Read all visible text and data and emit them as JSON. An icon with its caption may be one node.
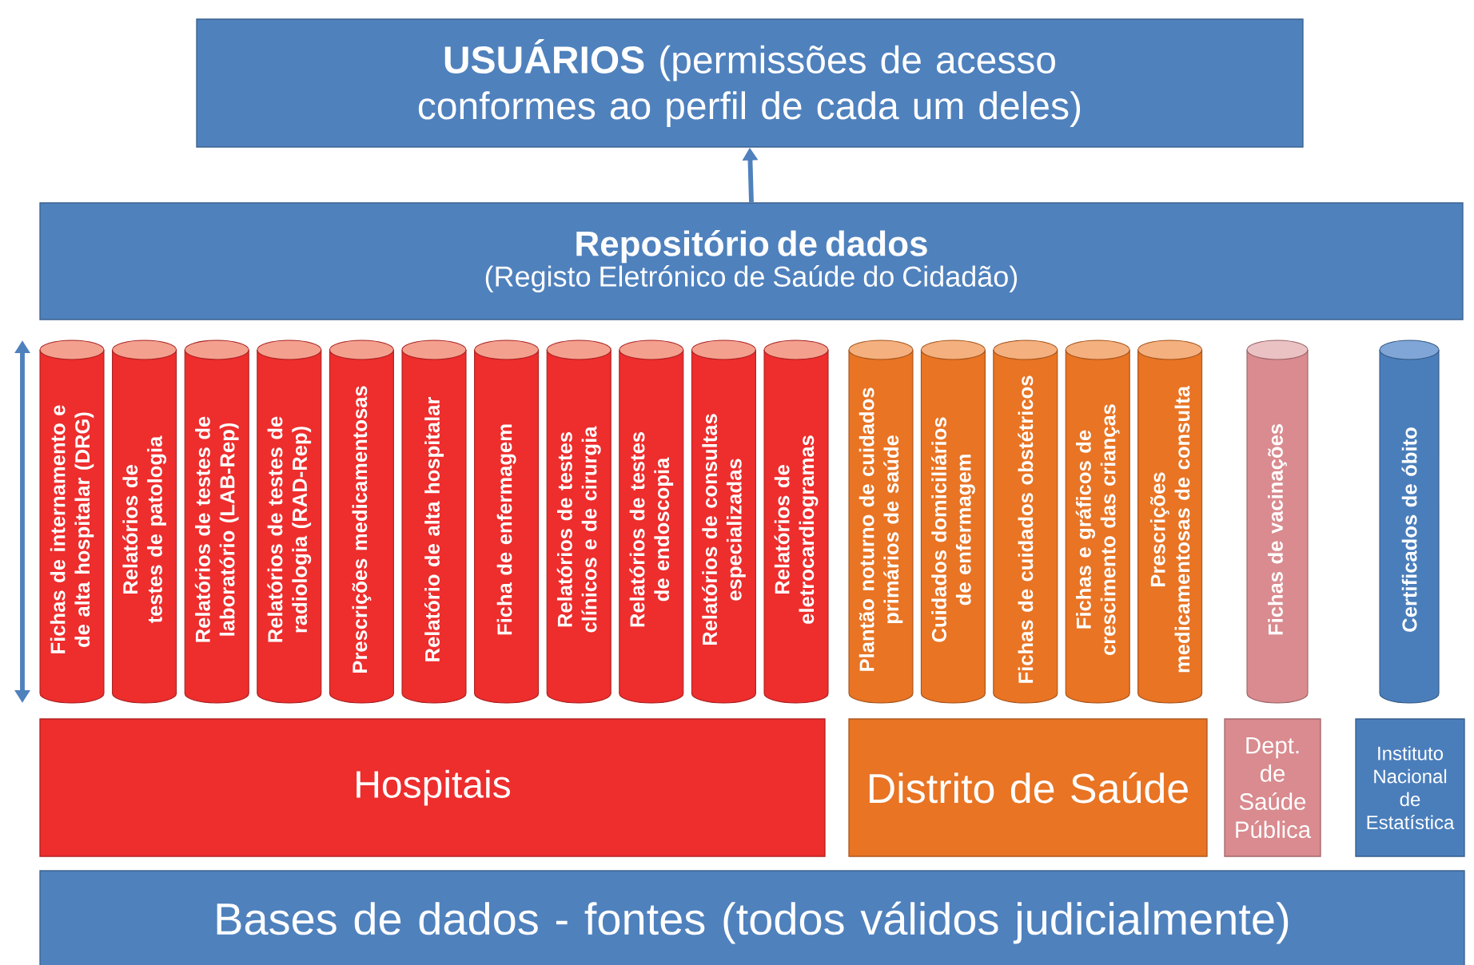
{
  "diagram": {
    "nodes": [
      {
        "text": [
          "**USUÁRIOS** (permissões de acesso conformes ao perfil de cada um deles)"
        ]
      },
      {
        "text": [
          "Repositório de dados",
          "(Registo Eletrónico de Saúde do Cidadão)"
        ]
      },
      {
        "text": [
          "Fichas de internamento e de alta hospitalar (DRG)"
        ]
      },
      {
        "text": [
          "Relatórios de testes de patologia"
        ]
      },
      {
        "text": [
          "Relatórios de testes de laboratório (LAB-Rep)"
        ]
      },
      {
        "text": [
          "Relatórios de testes de radiologia (RAD-Rep)"
        ]
      },
      {
        "text": [
          "Prescrições medicamentosas"
        ]
      },
      {
        "text": [
          "Relatório de alta hospitalar"
        ]
      },
      {
        "text": [
          "Ficha de enfermagem"
        ]
      },
      {
        "text": [
          "Relatórios de testes clínicos e de cirurgia"
        ]
      },
      {
        "text": [
          "Relatórios de testes de endoscopia"
        ]
      },
      {
        "text": [
          "Relatórios de consultas especializadas"
        ]
      },
      {
        "text": [
          "Relatórios de eletrocardiogramas"
        ]
      },
      {
        "text": [
          "Plantão noturno de cuidados primários de saúde"
        ]
      },
      {
        "text": [
          "Cuidados domiciliários de enfermagem"
        ]
      },
      {
        "text": [
          "Fichas de cuidados obstétricos"
        ]
      },
      {
        "text": [
          "Fichas e gráficos de crescimento das crianças"
        ]
      },
      {
        "text": [
          "Prescrições medicamentosas de consulta"
        ]
      },
      {
        "text": [
          "Fichas de vacinações"
        ]
      },
      {
        "text": [
          "Certificados de óbito"
        ]
      },
      {
        "text": [
          "Hospitais"
        ]
      },
      {
        "text": [
          "Distrito de Saúde"
        ]
      },
      {
        "text": [
          "Dept. de Saúde Pública"
        ]
      },
      {
        "text": [
          "Instituto Nacional de Estatística"
        ]
      },
      {
        "text": [
          "Bases de dados - fontes (todos válidos judicialmente)"
        ]
      }
    ],
    "edges": [
      {
        "from": 1,
        "to": 0,
        "arrow": "to"
      }
    ]
  }
}
